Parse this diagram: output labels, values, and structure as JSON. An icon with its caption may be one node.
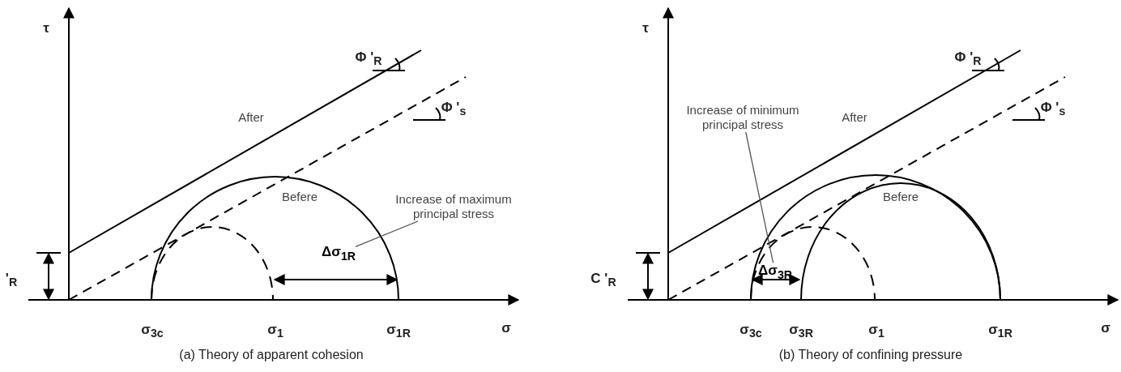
{
  "diagram": {
    "nodes": [
      {
        "text": [
          "Increase of maximum principal stress"
        ]
      },
      {
        "text": [
          "Δσ$_{1R}$"
        ]
      },
      {
        "text": [
          "Increase of minimum principal stress"
        ]
      },
      {
        "text": [
          "Δσ$_{3R}$"
        ]
      }
    ],
    "edges": [
      {
        "from": 0,
        "to": 1,
        "arrow": "none"
      },
      {
        "from": 2,
        "to": 3,
        "arrow": "none"
      }
    ],
    "labels": [
      "τ",
      "Φ '$_{R}$",
      "After",
      "Φ '$_{s}$",
      "Befere",
      "'$_{R}$",
      "σ$_{3c}$",
      "σ$_{1}$",
      "σ$_{1R}$",
      "σ",
      "(a) Theory of apparent cohesion",
      "τ",
      "Φ '$_{R}$",
      "After",
      "Φ '$_{s}$",
      "Befere",
      "C '$_{R}$",
      "σ$_{3c}$",
      "σ$_{3R}$",
      "σ$_{1}$",
      "σ$_{1R}$",
      "σ",
      "(b) Theory of confining pressure"
    ]
  }
}
